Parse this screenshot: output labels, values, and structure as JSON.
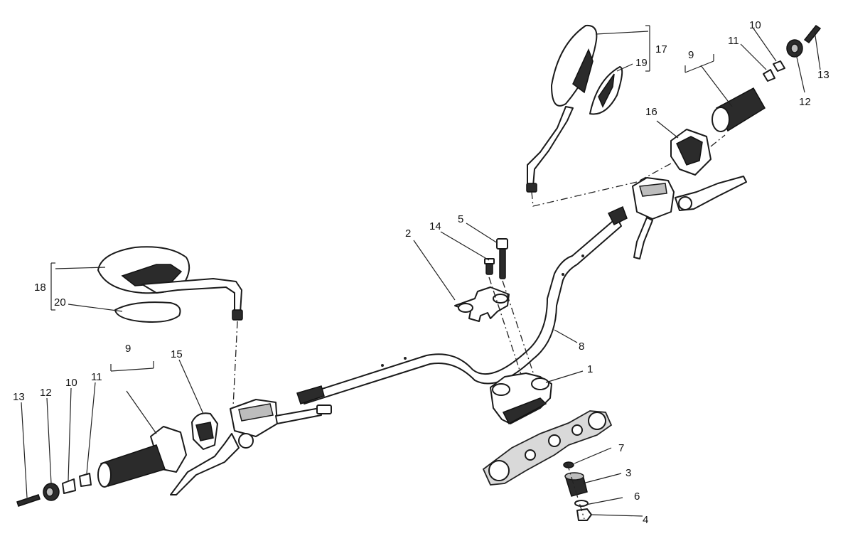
{
  "callouts": {
    "c1": "1",
    "c2": "2",
    "c3": "3",
    "c4": "4",
    "c5": "5",
    "c6": "6",
    "c7": "7",
    "c8": "8",
    "c9_left": "9",
    "c9_right": "9",
    "c10_left": "10",
    "c10_right": "10",
    "c11_left": "11",
    "c11_right": "11",
    "c12_left": "12",
    "c12_right": "12",
    "c13_left": "13",
    "c13_right": "13",
    "c14": "14",
    "c15": "15",
    "c16": "16",
    "c17": "17",
    "c18": "18",
    "c19": "19",
    "c20": "20"
  }
}
